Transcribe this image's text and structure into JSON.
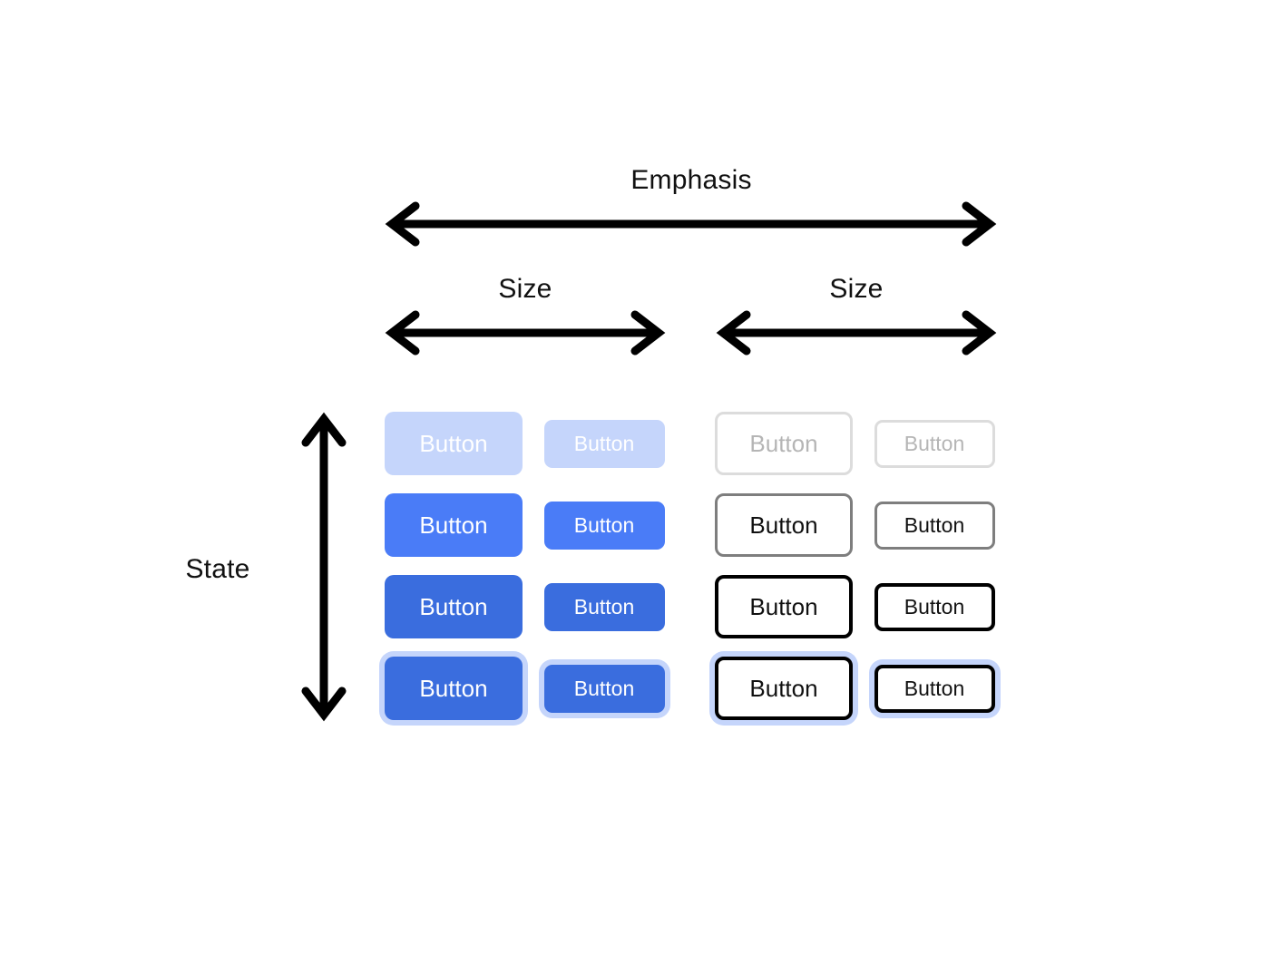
{
  "axes": {
    "emphasis": {
      "label": "Emphasis",
      "icon": "double-arrow-horizontal-icon"
    },
    "size_left": {
      "label": "Size",
      "icon": "double-arrow-horizontal-icon"
    },
    "size_right": {
      "label": "Size",
      "icon": "double-arrow-horizontal-icon"
    },
    "state": {
      "label": "State",
      "icon": "double-arrow-vertical-icon"
    }
  },
  "colors": {
    "filled_disabled_bg": "#c5d5fb",
    "filled_default_bg": "#4a7cf7",
    "filled_hover_bg": "#3a6dde",
    "filled_focus_bg": "#3a6dde",
    "filled_text": "#ffffff",
    "outlined_disabled_border": "#dcdcdc",
    "outlined_disabled_text": "#b5b5b5",
    "outlined_default_border": "#7e7e7e",
    "outlined_hover_border": "#000000",
    "outlined_focus_border": "#000000",
    "outlined_text": "#111111",
    "focus_ring": "#c5d5fb",
    "arrow": "#000000",
    "background": "#ffffff"
  },
  "grid": {
    "emphasis_groups": [
      "filled",
      "outlined"
    ],
    "sizes": [
      "large",
      "small"
    ],
    "states": [
      "disabled",
      "default",
      "hover",
      "focus"
    ],
    "buttons": [
      {
        "label": "Button",
        "emphasis": "filled",
        "size": "large",
        "state": "disabled"
      },
      {
        "label": "Button",
        "emphasis": "filled",
        "size": "small",
        "state": "disabled"
      },
      {
        "label": "Button",
        "emphasis": "outlined",
        "size": "large",
        "state": "disabled"
      },
      {
        "label": "Button",
        "emphasis": "outlined",
        "size": "small",
        "state": "disabled"
      },
      {
        "label": "Button",
        "emphasis": "filled",
        "size": "large",
        "state": "default"
      },
      {
        "label": "Button",
        "emphasis": "filled",
        "size": "small",
        "state": "default"
      },
      {
        "label": "Button",
        "emphasis": "outlined",
        "size": "large",
        "state": "default"
      },
      {
        "label": "Button",
        "emphasis": "outlined",
        "size": "small",
        "state": "default"
      },
      {
        "label": "Button",
        "emphasis": "filled",
        "size": "large",
        "state": "hover"
      },
      {
        "label": "Button",
        "emphasis": "filled",
        "size": "small",
        "state": "hover"
      },
      {
        "label": "Button",
        "emphasis": "outlined",
        "size": "large",
        "state": "hover"
      },
      {
        "label": "Button",
        "emphasis": "outlined",
        "size": "small",
        "state": "hover"
      },
      {
        "label": "Button",
        "emphasis": "filled",
        "size": "large",
        "state": "focus"
      },
      {
        "label": "Button",
        "emphasis": "filled",
        "size": "small",
        "state": "focus"
      },
      {
        "label": "Button",
        "emphasis": "outlined",
        "size": "large",
        "state": "focus"
      },
      {
        "label": "Button",
        "emphasis": "outlined",
        "size": "small",
        "state": "focus"
      }
    ]
  }
}
